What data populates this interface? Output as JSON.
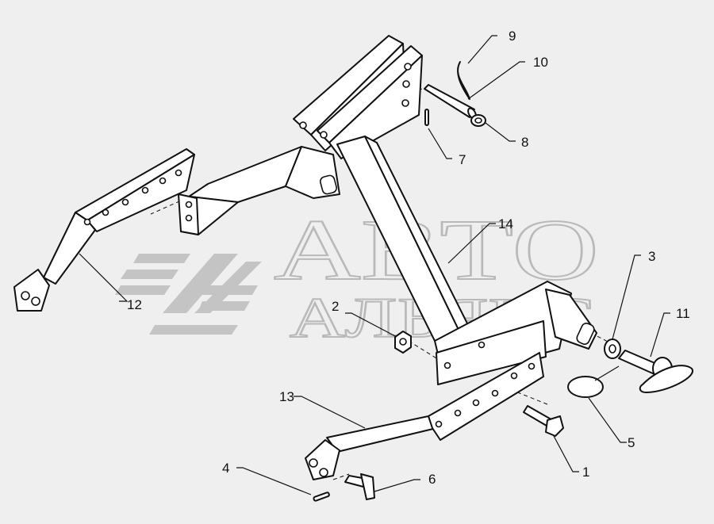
{
  "diagram": {
    "callouts": [
      {
        "id": "c1",
        "label": "1"
      },
      {
        "id": "c2",
        "label": "2"
      },
      {
        "id": "c3",
        "label": "3"
      },
      {
        "id": "c4",
        "label": "4"
      },
      {
        "id": "c5",
        "label": "5"
      },
      {
        "id": "c6",
        "label": "6"
      },
      {
        "id": "c7",
        "label": "7"
      },
      {
        "id": "c8",
        "label": "8"
      },
      {
        "id": "c9",
        "label": "9"
      },
      {
        "id": "c10",
        "label": "10"
      },
      {
        "id": "c11",
        "label": "11"
      },
      {
        "id": "c12",
        "label": "12"
      },
      {
        "id": "c13",
        "label": "13"
      },
      {
        "id": "c14",
        "label": "14"
      }
    ]
  },
  "watermark": {
    "line1": "АВТО",
    "line2": "АЛЬЯНС"
  },
  "colors": {
    "background": "#efefef",
    "parts_fill": "#ffffff",
    "outline": "#111111",
    "watermark": "#b9b9b9"
  }
}
